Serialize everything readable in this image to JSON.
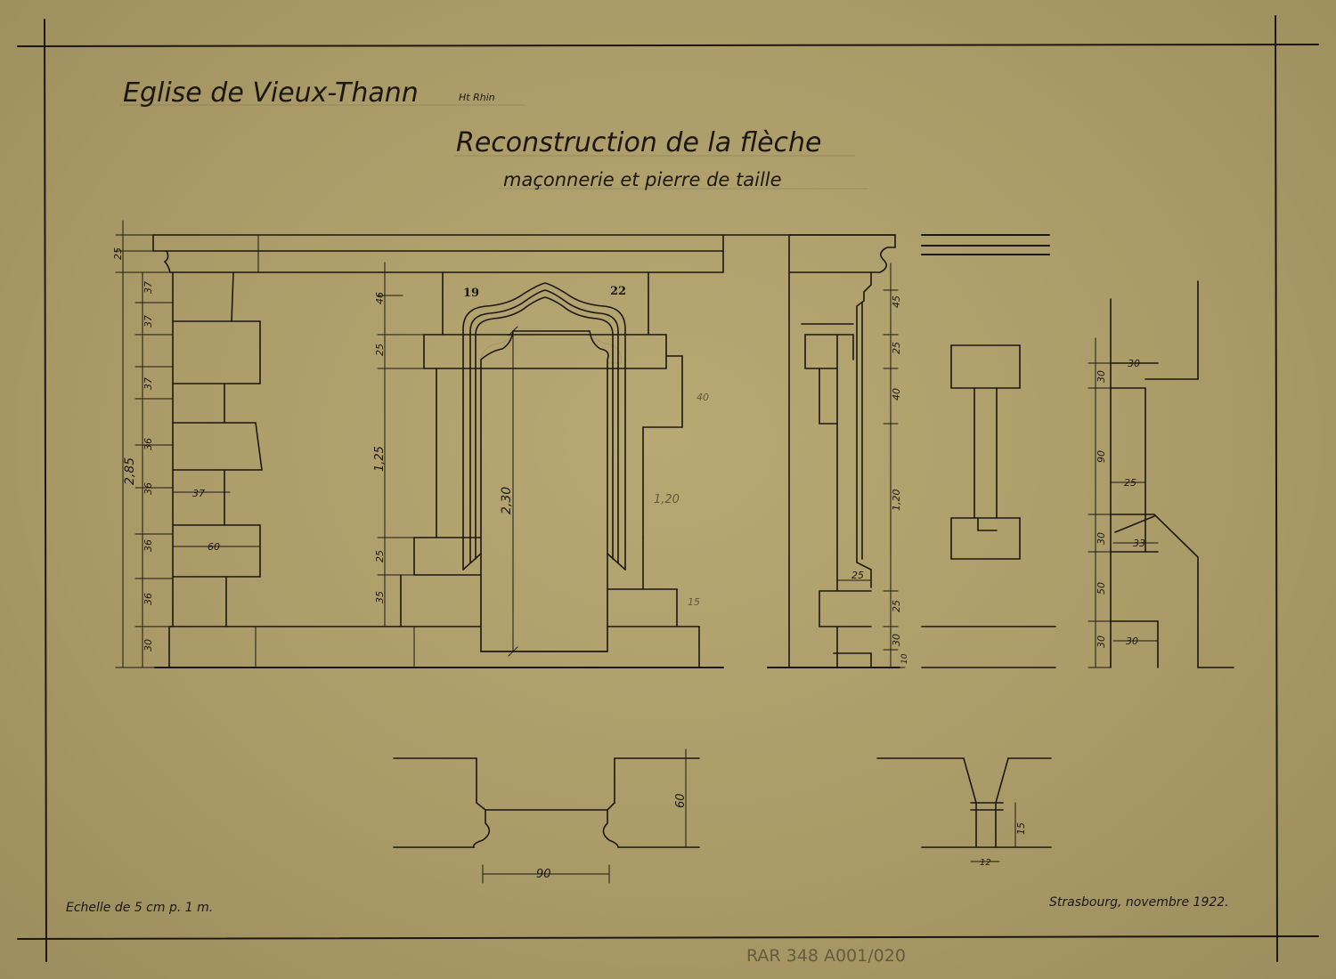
{
  "title": {
    "church": "Eglise de Vieux-Thann",
    "region": "Ht Rhin",
    "project": "Reconstruction de la flèche",
    "subject": "maçonnerie et pierre de taille"
  },
  "annotations": {
    "scale": "Echelle de 5 cm p. 1 m.",
    "place_date": "Strasbourg, novembre 1922.",
    "archive_ref": "RAR 348 A001/020"
  },
  "numbers": {
    "n19": "19",
    "n22": "22"
  },
  "dims": {
    "elev": {
      "total": "2,85",
      "top": "25",
      "c1": "37",
      "c2": "37",
      "c3": "37",
      "c4": "36",
      "c5": "36",
      "c6": "36",
      "c7": "36",
      "c8": "30",
      "w37": "37",
      "w60": "60",
      "m46": "46",
      "m25a": "25",
      "m125": "1,25",
      "m25b": "25",
      "m35": "35",
      "opening": "2,30",
      "side40": "40",
      "side120": "1,20",
      "side15": "15"
    },
    "section": {
      "s45": "45",
      "s25a": "25",
      "s40": "40",
      "s120": "1,20",
      "s25b": "25",
      "s25c": "25",
      "s30": "30",
      "s10": "10"
    },
    "profile": {
      "p30a": "30",
      "p30b": "30",
      "p90": "90",
      "p25": "25",
      "p30c": "30",
      "p33": "33",
      "p50": "50",
      "p30d": "30",
      "p30e": "30"
    },
    "plan": {
      "w90": "90",
      "h60": "60",
      "w12": "12",
      "h15": "15"
    }
  },
  "colors": {
    "paper": "#b3a470",
    "ink": "#1c1711"
  }
}
